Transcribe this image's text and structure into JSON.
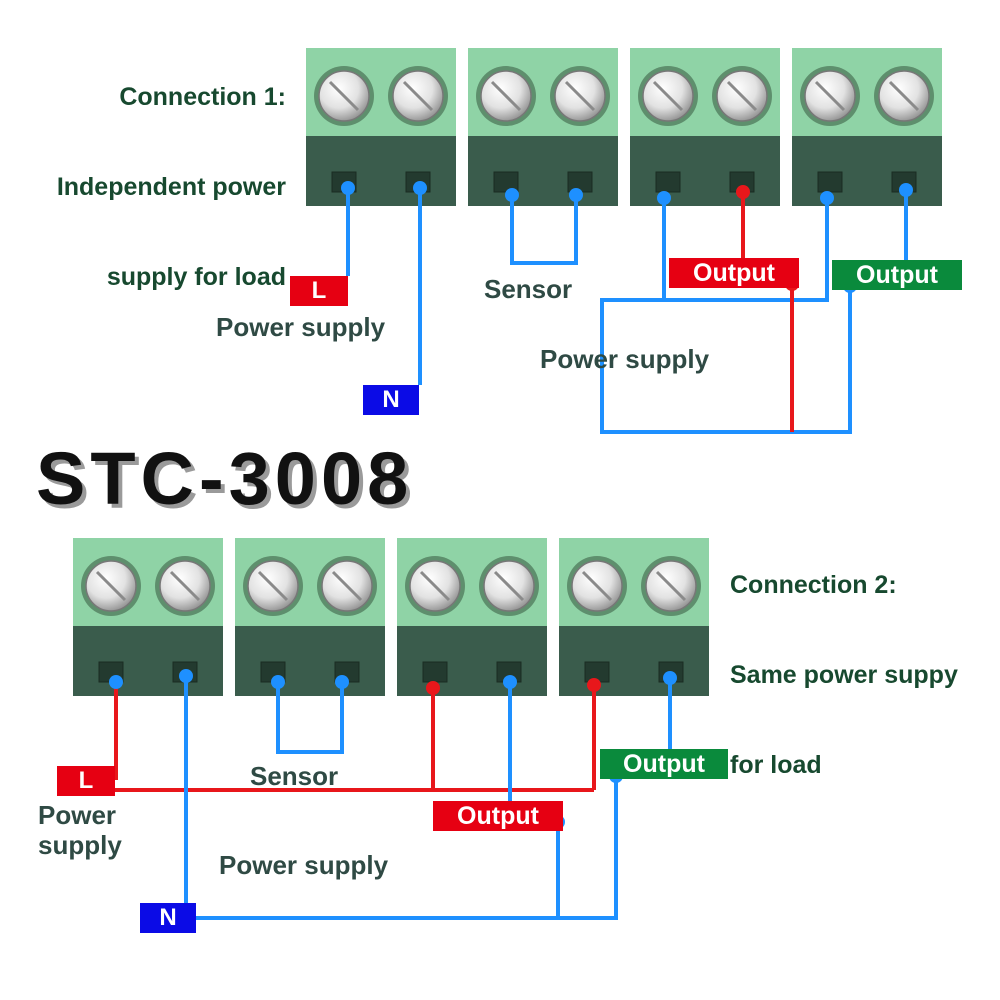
{
  "title": "STC-3008",
  "connection1": {
    "heading_lines": [
      "Connection 1:",
      "Independent power",
      "supply for load"
    ],
    "labels": {
      "L": "L",
      "N": "N",
      "power_supply_left": "Power supply",
      "sensor": "Sensor",
      "power_supply_load": "Power supply",
      "output_red": "Output",
      "output_green": "Output"
    }
  },
  "connection2": {
    "heading_lines": [
      "Connection 2:",
      "Same power suppy",
      "for load"
    ],
    "labels": {
      "L": "L",
      "N": "N",
      "power_supply_left": "Power\nsupply",
      "sensor": "Sensor",
      "power_supply_mid": "Power supply",
      "output_red": "Output",
      "output_green": "Output"
    }
  },
  "colors": {
    "terminal_top": "#8fd3a6",
    "terminal_bottom": "#3a5c4c",
    "wire_blue": "#1e90ff",
    "wire_red": "#e8171b",
    "tag_red": "#e60012",
    "tag_blue": "#0b0be6",
    "tag_green": "#0a8a3c",
    "text_dark": "#2f4a44",
    "heading": "#17492f"
  }
}
